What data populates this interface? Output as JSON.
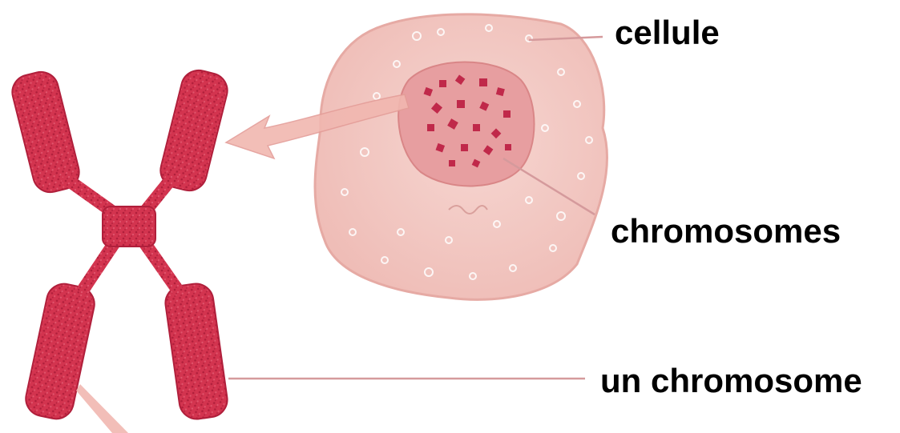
{
  "labels": {
    "cell": "cellule",
    "chromosomes": "chromosomes",
    "one_chromosome": "un chromosome"
  },
  "colors": {
    "chromosome_red": "#d3344f",
    "chromosome_dark": "#b01f3b",
    "cell_fill": "#f3c9c4",
    "cell_stroke": "#e6aaa4",
    "nucleus_fill": "#e79ea0",
    "arrow_fill": "#f1b7b0",
    "leader_line": "#d59a9c"
  }
}
